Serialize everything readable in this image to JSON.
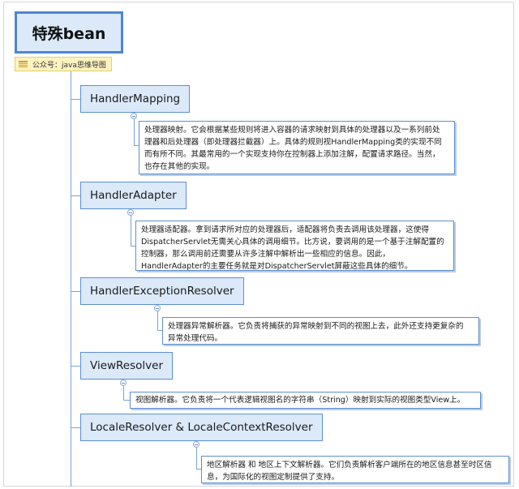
{
  "root": {
    "title": "特殊bean",
    "note": "公众号：java思维导图"
  },
  "nodes": [
    {
      "label": "HandlerMapping",
      "description": [
        "处理器映射。它会根据某些规则将进入容器的请求映射到具体的处理器以及一系列前处",
        "理器和后处理器（即处理器拦截器）上。具体的规则视HandlerMapping类的实现不同",
        "而有所不同。其最常用的一个实现支持你在控制器上添加注解，配置请求路径。当然，",
        "也存在其他的实现。"
      ]
    },
    {
      "label": "HandlerAdapter",
      "description": [
        "处理器适配器。拿到请求所对应的处理器后，适配器将负责去调用该处理器，这使得",
        "DispatcherServlet无需关心具体的调用细节。比方说，要调用的是一个基于注解配置的",
        "控制器，那么调用前还需要从许多注解中解析出一些相应的信息。因此，",
        "HandlerAdapter的主要任务就是对DispatcherServlet屏蔽这些具体的细节。"
      ]
    },
    {
      "label": "HandlerExceptionResolver",
      "description": [
        "处理器异常解析器。它负责将捕获的异常映射到不同的视图上去，此外还支持更复杂的",
        "异常处理代码。"
      ]
    },
    {
      "label": "ViewResolver",
      "description": [
        "视图解析器。它负责将一个代表逻辑视图名的字符串（String）映射到实际的视图类型View上。"
      ]
    },
    {
      "label": "LocaleResolver & LocaleContextResolver",
      "description": [
        "地区解析器 和 地区上下文解析器。它们负责解析客户端所在的地区信息甚至时区信",
        "息，为国际化的视图定制提供了支持。"
      ]
    }
  ]
}
